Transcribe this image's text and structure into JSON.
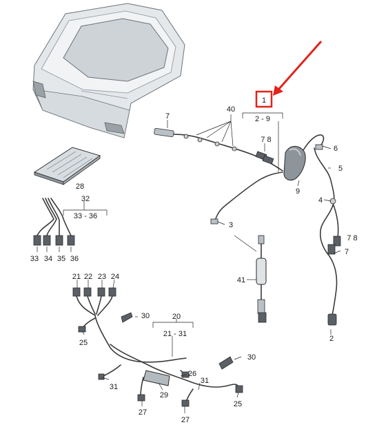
{
  "diagram": {
    "labels": {
      "l1": "1",
      "l2_9": "2 - 9",
      "l40": "40",
      "l7a": "7",
      "l78a": "7 8",
      "l6": "6",
      "l5": "5",
      "l9": "9",
      "l4": "4",
      "l3": "3",
      "l78b": "7 8",
      "l7b": "7",
      "l2": "2",
      "l41": "41",
      "l28": "28",
      "l32": "32",
      "l33_36": "33 - 36",
      "l33": "33",
      "l34": "34",
      "l35": "35",
      "l36": "36",
      "l21": "21",
      "l22": "22",
      "l23": "23",
      "l24": "24",
      "l30a": "30",
      "l20": "20",
      "l21_31": "21 - 31",
      "l25a": "25",
      "l26": "26",
      "l30b": "30",
      "l31a": "31",
      "l29": "29",
      "l31b": "31",
      "l27a": "27",
      "l27b": "27",
      "l25b": "25"
    },
    "colors": {
      "highlight_box": "#e2231a",
      "arrow": "#e2231a",
      "wire": "#3a3a3a",
      "tailgate_body": "#e4e8eb",
      "window": "#cdd3d7"
    }
  }
}
